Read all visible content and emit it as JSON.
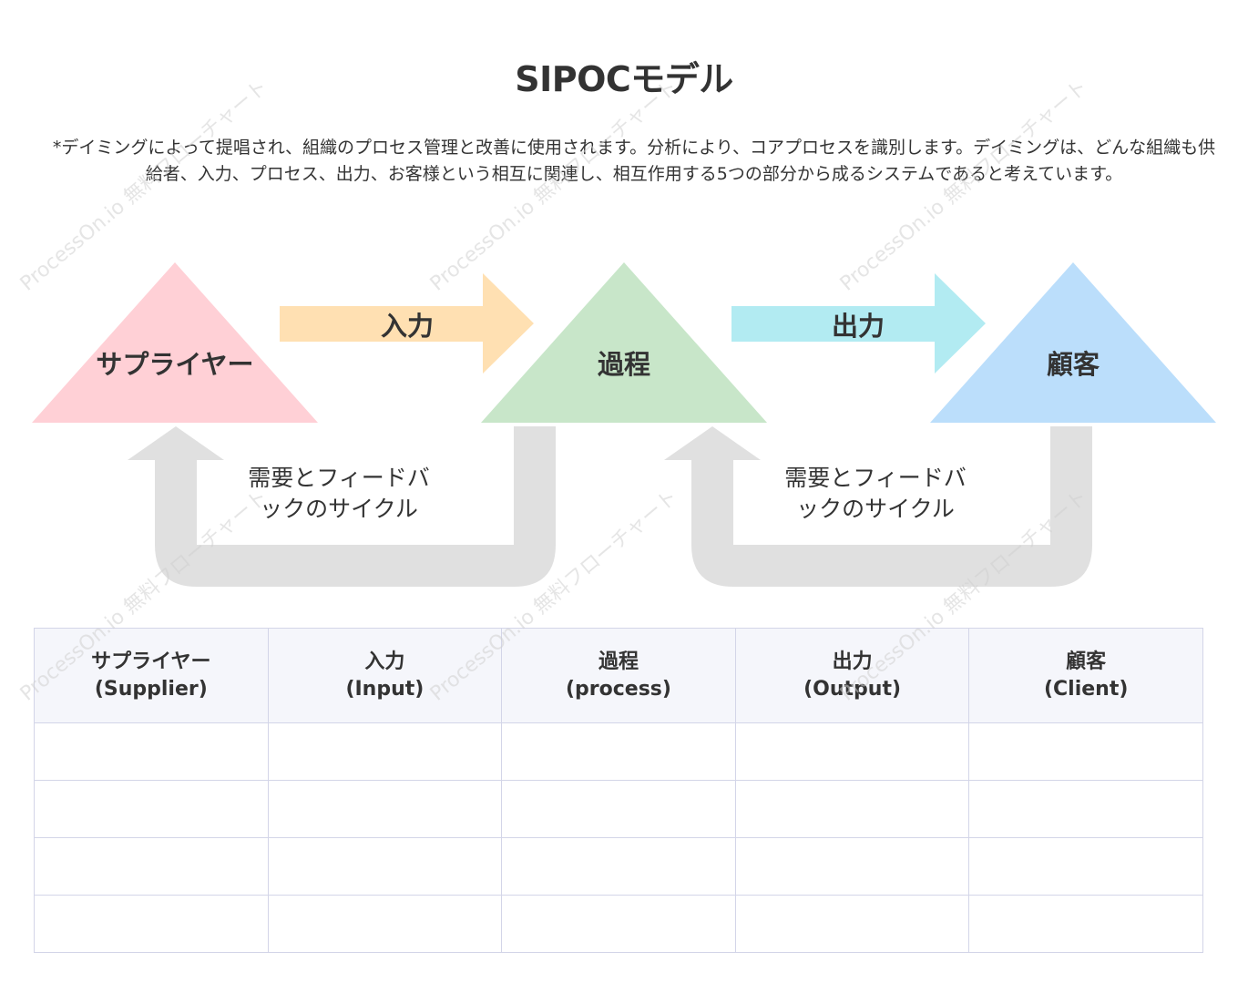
{
  "title": "SIPOCモデル",
  "description": "*デイミングによって提唱され、組織のプロセス管理と改善に使用されます。分析により、コアプロセスを識別します。デイミングは、どんな組織も供給者、入力、プロセス、出力、お客様という相互に関連し、相互作用する5つの部分から成るシステムであると考えています。",
  "nodes": {
    "supplier": "サプライヤー",
    "process": "過程",
    "client": "顧客"
  },
  "arrows": {
    "input": "入力",
    "output": "出力"
  },
  "feedback": [
    {
      "line1": "需要とフィードバ",
      "line2": "ックのサイクル"
    },
    {
      "line1": "需要とフィードバ",
      "line2": "ックのサイクル"
    }
  ],
  "table": {
    "headers": [
      {
        "ja": "サプライヤー",
        "en": "(Supplier)"
      },
      {
        "ja": "入力",
        "en": "(Input)"
      },
      {
        "ja": "過程",
        "en": "(process)"
      },
      {
        "ja": "出力",
        "en": "(Output)"
      },
      {
        "ja": "顧客",
        "en": "(Client)"
      }
    ],
    "rows": [
      [
        "",
        "",
        "",
        "",
        ""
      ],
      [
        "",
        "",
        "",
        "",
        ""
      ],
      [
        "",
        "",
        "",
        "",
        ""
      ],
      [
        "",
        "",
        "",
        "",
        ""
      ]
    ]
  },
  "watermark": "ProcessOn.io 無料フローチャート",
  "colors": {
    "supplier_fill": "#ffd0d6",
    "process_fill": "#c8e6c9",
    "client_fill": "#bbdefb",
    "input_arrow": "#ffe0b2",
    "output_arrow": "#b2ebf2",
    "feedback_arrow": "#e0e0e0",
    "table_border": "#d3d5e8",
    "table_header_bg": "#f5f6fb"
  }
}
